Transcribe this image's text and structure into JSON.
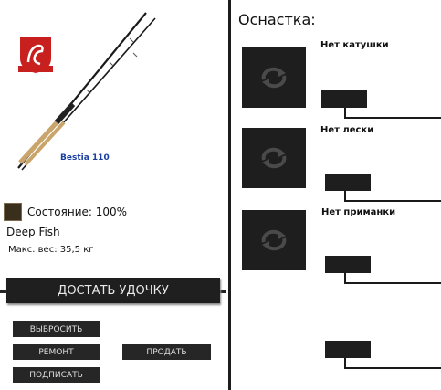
{
  "rod": {
    "model_label": "Bestia 110",
    "condition": "Состояние: 100%",
    "name": "Deep Fish",
    "max_weight": "Макс. вес: 35,5 кг"
  },
  "actions": {
    "take_rod": "ДОСТАТЬ УДОЧКУ",
    "throw": "ВЫБРОСИТЬ",
    "repair": "РЕМОНТ",
    "sign": "ПОДПИСАТЬ",
    "sell": "ПРОДАТЬ"
  },
  "tackle": {
    "title": "Оснастка:",
    "slots": [
      {
        "label": "Нет катушки",
        "icon": "refresh-icon"
      },
      {
        "label": "Нет лески",
        "icon": "refresh-icon"
      },
      {
        "label": "Нет приманки",
        "icon": "refresh-icon"
      }
    ]
  },
  "colors": {
    "dark": "#1e1e1e",
    "model_label": "#1a3fa0",
    "logo_red": "#c8201f"
  }
}
